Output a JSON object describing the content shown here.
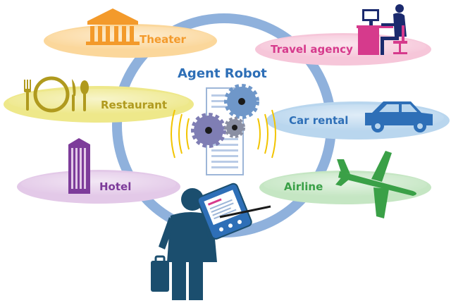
{
  "diagram": {
    "title": "Agent Robot",
    "nodes": [
      {
        "id": "theater",
        "label": "Theater",
        "icon": "theater-building-icon",
        "color": "#f39a2b",
        "ellipse_color": "#fbd79b"
      },
      {
        "id": "restaurant",
        "label": "Restaurant",
        "icon": "cutlery-plate-icon",
        "color": "#b09a1e",
        "ellipse_color": "#eee88a"
      },
      {
        "id": "hotel",
        "label": "Hotel",
        "icon": "hotel-building-icon",
        "color": "#7d3c9a",
        "ellipse_color": "#e3c9e8"
      },
      {
        "id": "travel-agency",
        "label": "Travel agency",
        "icon": "agent-at-desk-icon",
        "color": "#d63a8c",
        "ellipse_color": "#f6c6d9"
      },
      {
        "id": "car-rental",
        "label": "Car rental",
        "icon": "car-icon",
        "color": "#2e6fb7",
        "ellipse_color": "#b9d6ee"
      },
      {
        "id": "airline",
        "label": "Airline",
        "icon": "airplane-icon",
        "color": "#3aa047",
        "ellipse_color": "#c5e6c3"
      }
    ],
    "center_icons": [
      "server-gears-icon",
      "wireless-signal-icon"
    ],
    "user_icons": [
      "businessman-icon",
      "pda-tablet-icon",
      "briefcase-icon"
    ],
    "colors": {
      "ring": "#8fb1dc",
      "title": "#2e6fb7",
      "person": "#1b4e6e",
      "signal": "#f2c400"
    }
  }
}
